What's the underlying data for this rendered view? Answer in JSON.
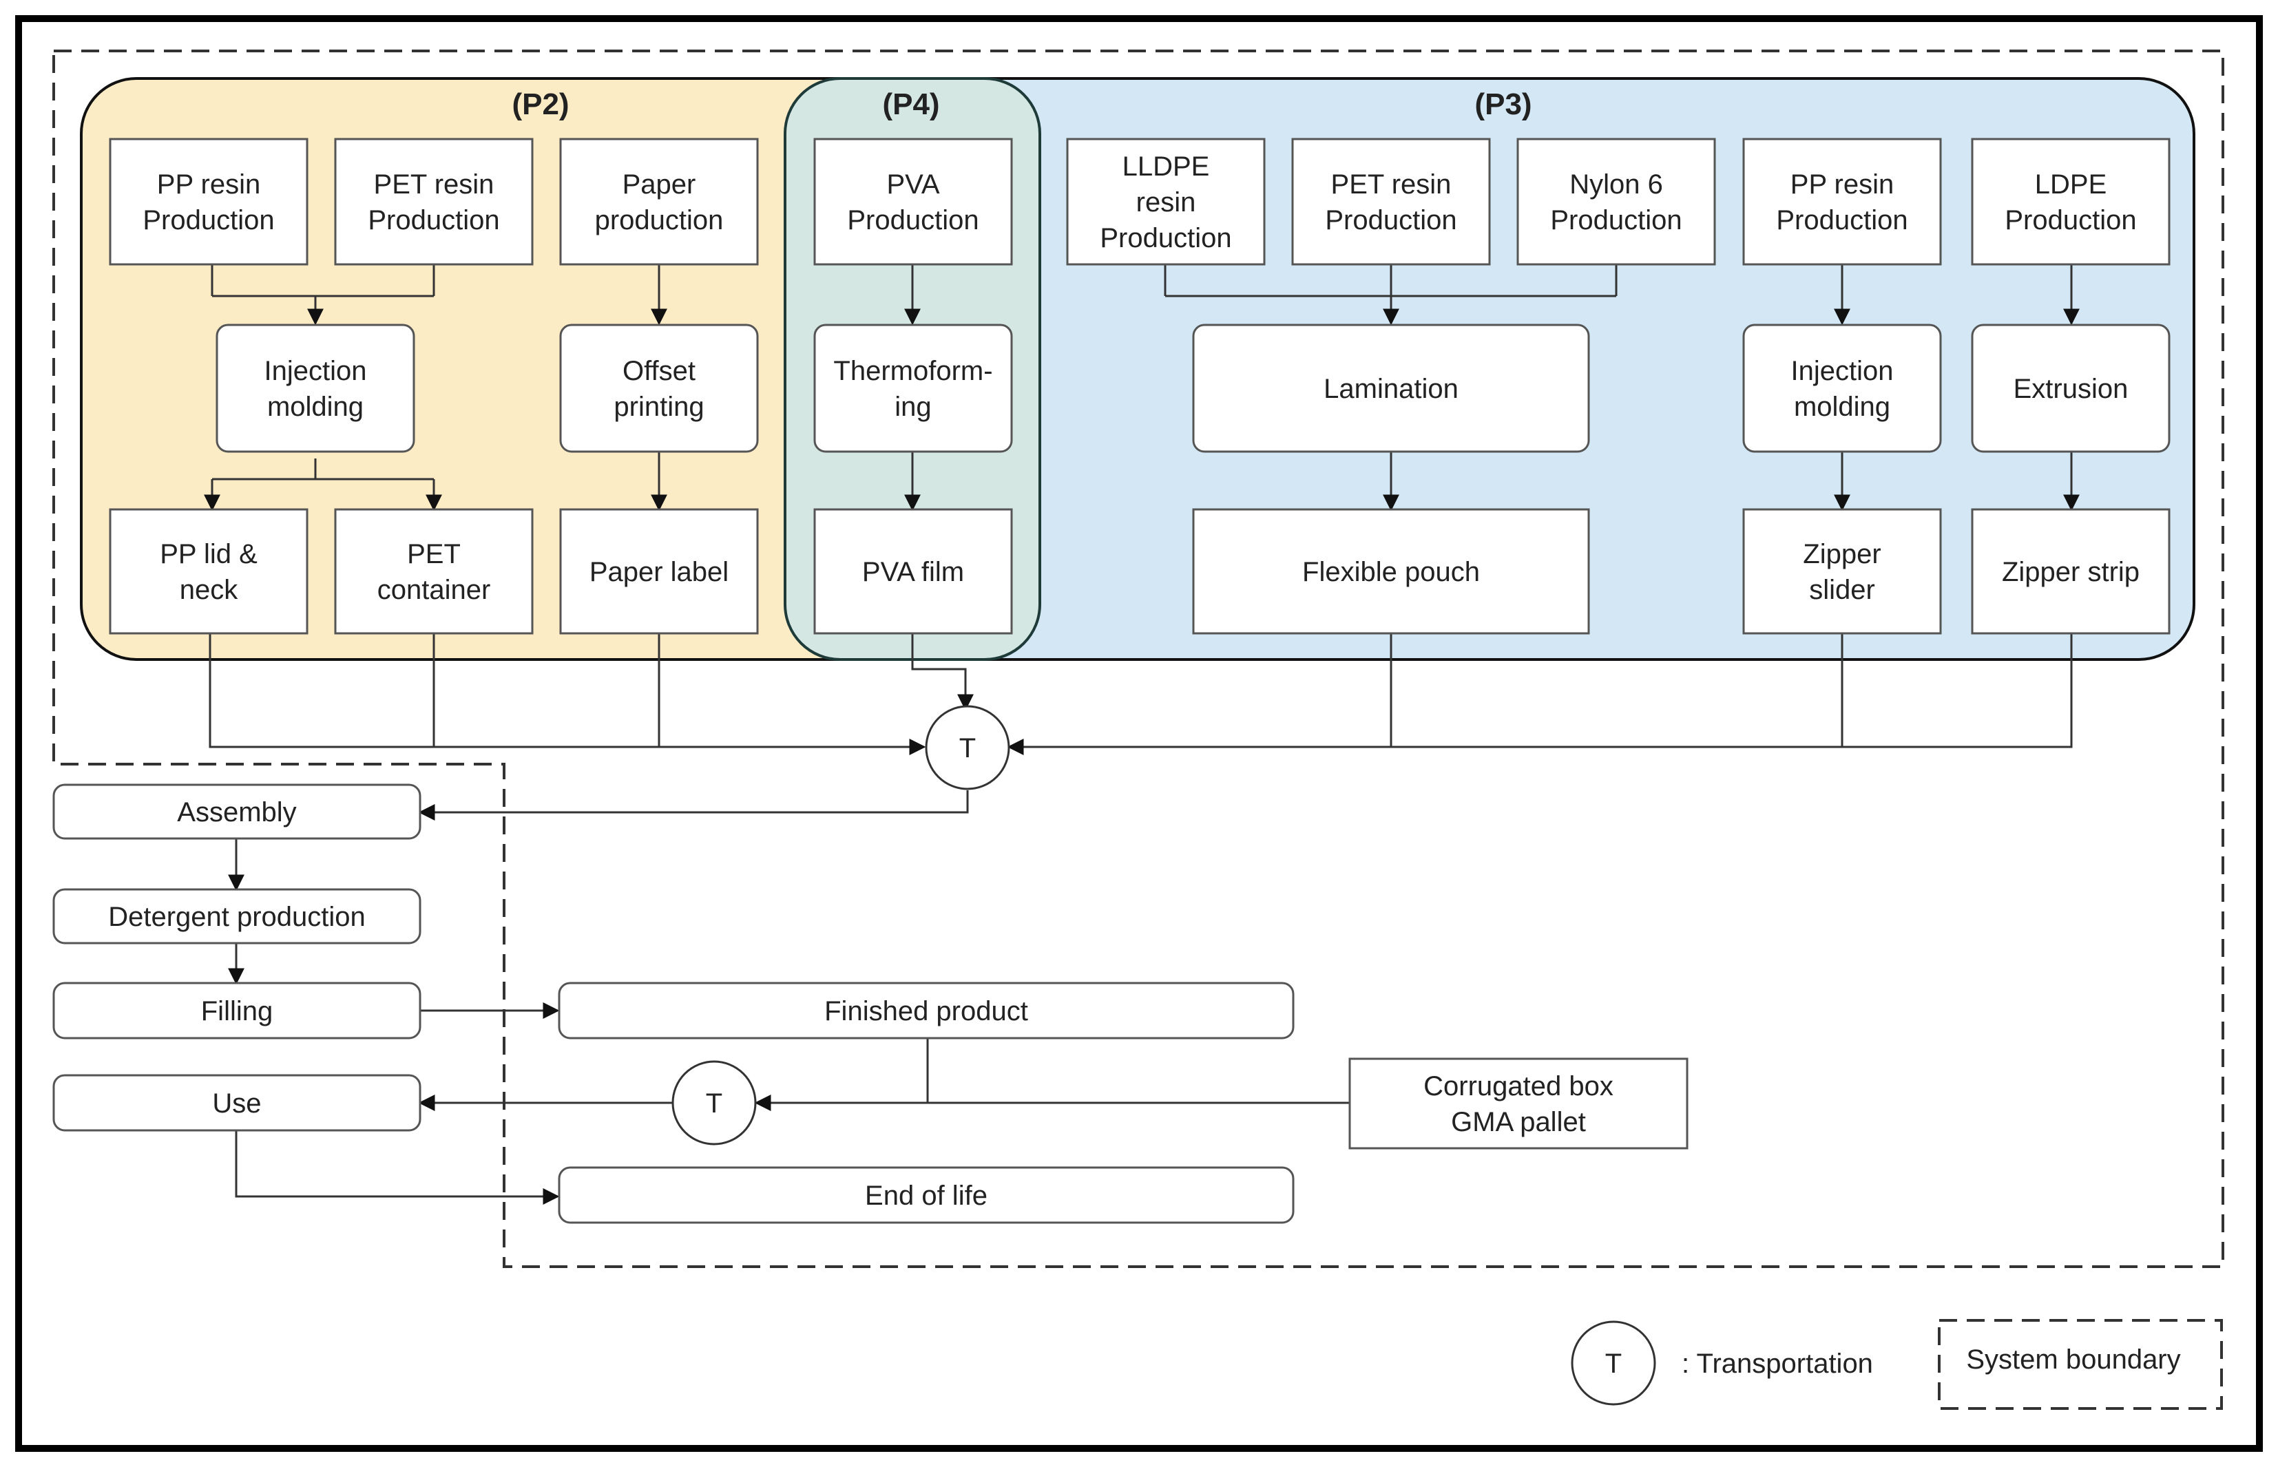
{
  "groups": {
    "p2": {
      "label": "(P2)",
      "color": "#fcecc5"
    },
    "p4": {
      "label": "(P4)",
      "color": "#d5e7e2"
    },
    "p3": {
      "label": "(P3)",
      "color": "#d3e7f5"
    }
  },
  "boxes": {
    "pp_resin_p2": [
      "PP resin",
      "Production"
    ],
    "pet_resin_p2": [
      "PET resin",
      "Production"
    ],
    "paper_production": [
      "Paper",
      "production"
    ],
    "injection_molding_p2": [
      "Injection",
      "molding"
    ],
    "offset_printing": [
      "Offset",
      "printing"
    ],
    "pp_lid_neck": [
      "PP lid &",
      "neck"
    ],
    "pet_container": [
      "PET",
      "container"
    ],
    "paper_label": [
      "Paper label"
    ],
    "pva_production": [
      "PVA",
      "Production"
    ],
    "thermoforming": [
      "Thermoform-",
      "ing"
    ],
    "pva_film": [
      "PVA film"
    ],
    "lldpe_resin": [
      "LLDPE",
      "resin",
      "Production"
    ],
    "pet_resin_p3": [
      "PET resin",
      "Production"
    ],
    "nylon6": [
      "Nylon 6",
      "Production"
    ],
    "pp_resin_p3": [
      "PP resin",
      "Production"
    ],
    "ldpe": [
      "LDPE",
      "Production"
    ],
    "lamination": [
      "Lamination"
    ],
    "injection_molding_p3": [
      "Injection",
      "molding"
    ],
    "extrusion": [
      "Extrusion"
    ],
    "flexible_pouch": [
      "Flexible pouch"
    ],
    "zipper_slider": [
      "Zipper",
      "slider"
    ],
    "zipper_strip": [
      "Zipper strip"
    ],
    "assembly": [
      "Assembly"
    ],
    "detergent_production": [
      "Detergent production"
    ],
    "filling": [
      "Filling"
    ],
    "use": [
      "Use"
    ],
    "finished_product": [
      "Finished product"
    ],
    "end_of_life": [
      "End of life"
    ],
    "corrugated_box": [
      "Corrugated box",
      "GMA pallet"
    ]
  },
  "transport_symbol": "T",
  "legend": {
    "transport_symbol": "T",
    "transport_text": ": Transportation",
    "boundary_text": "System boundary"
  }
}
